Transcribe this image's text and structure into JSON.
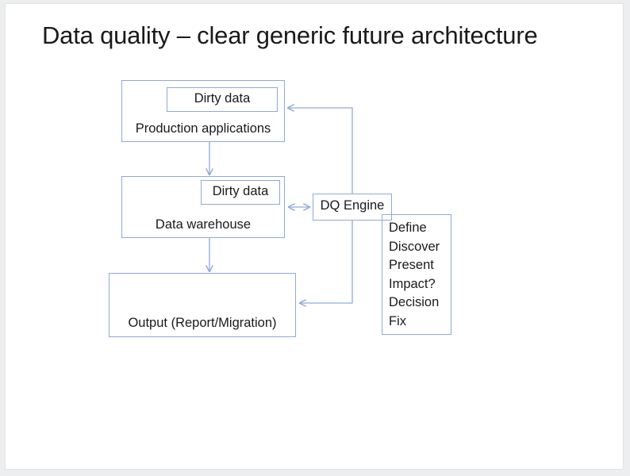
{
  "slide": {
    "title": "Data quality – clear generic future architecture",
    "background": "#ffffff",
    "border_color": "#e3e3e3"
  },
  "theme": {
    "shape_border": "#8faadc",
    "connector_color": "#8faadc",
    "text_color": "#1a1a1a"
  },
  "nodes": {
    "production": {
      "label": "Production applications",
      "inner_label": "Dirty data"
    },
    "warehouse": {
      "label": "Data warehouse",
      "inner_label": "Dirty data"
    },
    "output": {
      "label": "Output (Report/Migration)"
    },
    "dq_engine": {
      "label": "DQ Engine"
    },
    "steps": {
      "items": [
        {
          "label": "Define"
        },
        {
          "label": "Discover"
        },
        {
          "label": "Present"
        },
        {
          "label": "Impact?"
        },
        {
          "label": "Decision"
        },
        {
          "label": "Fix"
        }
      ]
    }
  },
  "connectors": [
    {
      "name": "production-to-warehouse",
      "direction": "down"
    },
    {
      "name": "warehouse-to-output",
      "direction": "down"
    },
    {
      "name": "dq-engine-to-production",
      "direction": "up-left"
    },
    {
      "name": "warehouse-to-dq-engine",
      "direction": "bidirectional"
    },
    {
      "name": "dq-engine-to-output",
      "direction": "down-left"
    }
  ]
}
